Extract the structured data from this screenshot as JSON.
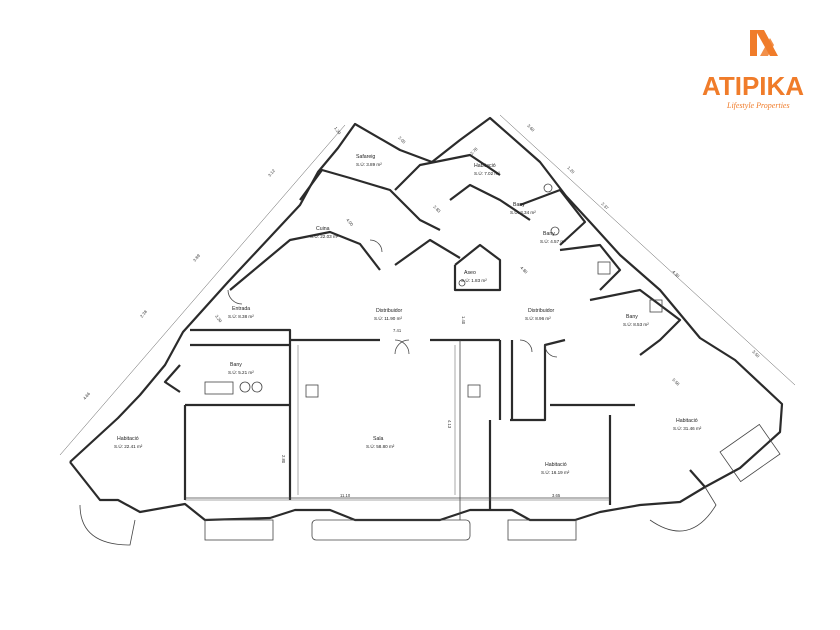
{
  "brand": {
    "name": "ATIPIKA",
    "tagline": "Lifestyle Properties",
    "color": "#f07c2a"
  },
  "rooms": [
    {
      "id": "safareig",
      "name": "Safareig",
      "area": "S.Ú: 3.89 m²"
    },
    {
      "id": "habitacio-top",
      "name": "Habitació",
      "area": "S.Ú: 7.02 m²"
    },
    {
      "id": "cuina",
      "name": "Cuina",
      "area": "S.Ú: 22.03 m²"
    },
    {
      "id": "bany-1",
      "name": "Bany",
      "area": "S.Ú: 3.34 m²"
    },
    {
      "id": "bany-2",
      "name": "Bany",
      "area": "S.Ú: 4.57 m²"
    },
    {
      "id": "aseo",
      "name": "Aseo",
      "area": "S.Ú: 1.83 m²"
    },
    {
      "id": "entrada",
      "name": "Entrada",
      "area": "S.Ú: 8.38 m²"
    },
    {
      "id": "distribuidor-1",
      "name": "Distribuidor",
      "area": "S.Ú: 11.90 m²"
    },
    {
      "id": "distribuidor-2",
      "name": "Distribuidor",
      "area": "S.Ú: 8.96 m²"
    },
    {
      "id": "bany-3",
      "name": "Bany",
      "area": "S.Ú: 8.53 m²"
    },
    {
      "id": "bany-4",
      "name": "Bany",
      "area": "S.Ú: 5.21 m²"
    },
    {
      "id": "habitacio-left",
      "name": "Habitació",
      "area": "S.Ú: 22.41 m²"
    },
    {
      "id": "sala",
      "name": "Sala",
      "area": "S.Ú: 58.80 m²"
    },
    {
      "id": "habitacio-mid",
      "name": "Habitació",
      "area": "S.Ú: 16.19 m²"
    },
    {
      "id": "habitacio-right",
      "name": "Habitació",
      "area": "S.Ú: 31.46 m²"
    }
  ],
  "dimensions": [
    {
      "id": "d-130",
      "text": "1.30"
    },
    {
      "id": "d-205",
      "text": "2.05"
    },
    {
      "id": "d-312",
      "text": "3.12"
    },
    {
      "id": "d-360",
      "text": "3.60"
    },
    {
      "id": "d-278",
      "text": "2.78"
    },
    {
      "id": "d-120",
      "text": "1.20"
    },
    {
      "id": "d-237",
      "text": "2.37"
    },
    {
      "id": "d-430",
      "text": "4.30"
    },
    {
      "id": "d-400",
      "text": "4.00"
    },
    {
      "id": "d-283",
      "text": "2.83"
    },
    {
      "id": "d-389",
      "text": "3.89"
    },
    {
      "id": "d-238",
      "text": "2.38"
    },
    {
      "id": "d-466",
      "text": "4.66"
    },
    {
      "id": "d-320",
      "text": "3.20"
    },
    {
      "id": "d-741",
      "text": "7.41"
    },
    {
      "id": "d-140",
      "text": "1.40"
    },
    {
      "id": "d-480",
      "text": "4.80"
    },
    {
      "id": "d-556",
      "text": "5.56"
    },
    {
      "id": "d-350",
      "text": "3.50"
    },
    {
      "id": "d-1110",
      "text": "11.10"
    },
    {
      "id": "d-365",
      "text": "3.65"
    },
    {
      "id": "d-280",
      "text": "2.80"
    },
    {
      "id": "d-413",
      "text": "4.13"
    }
  ]
}
